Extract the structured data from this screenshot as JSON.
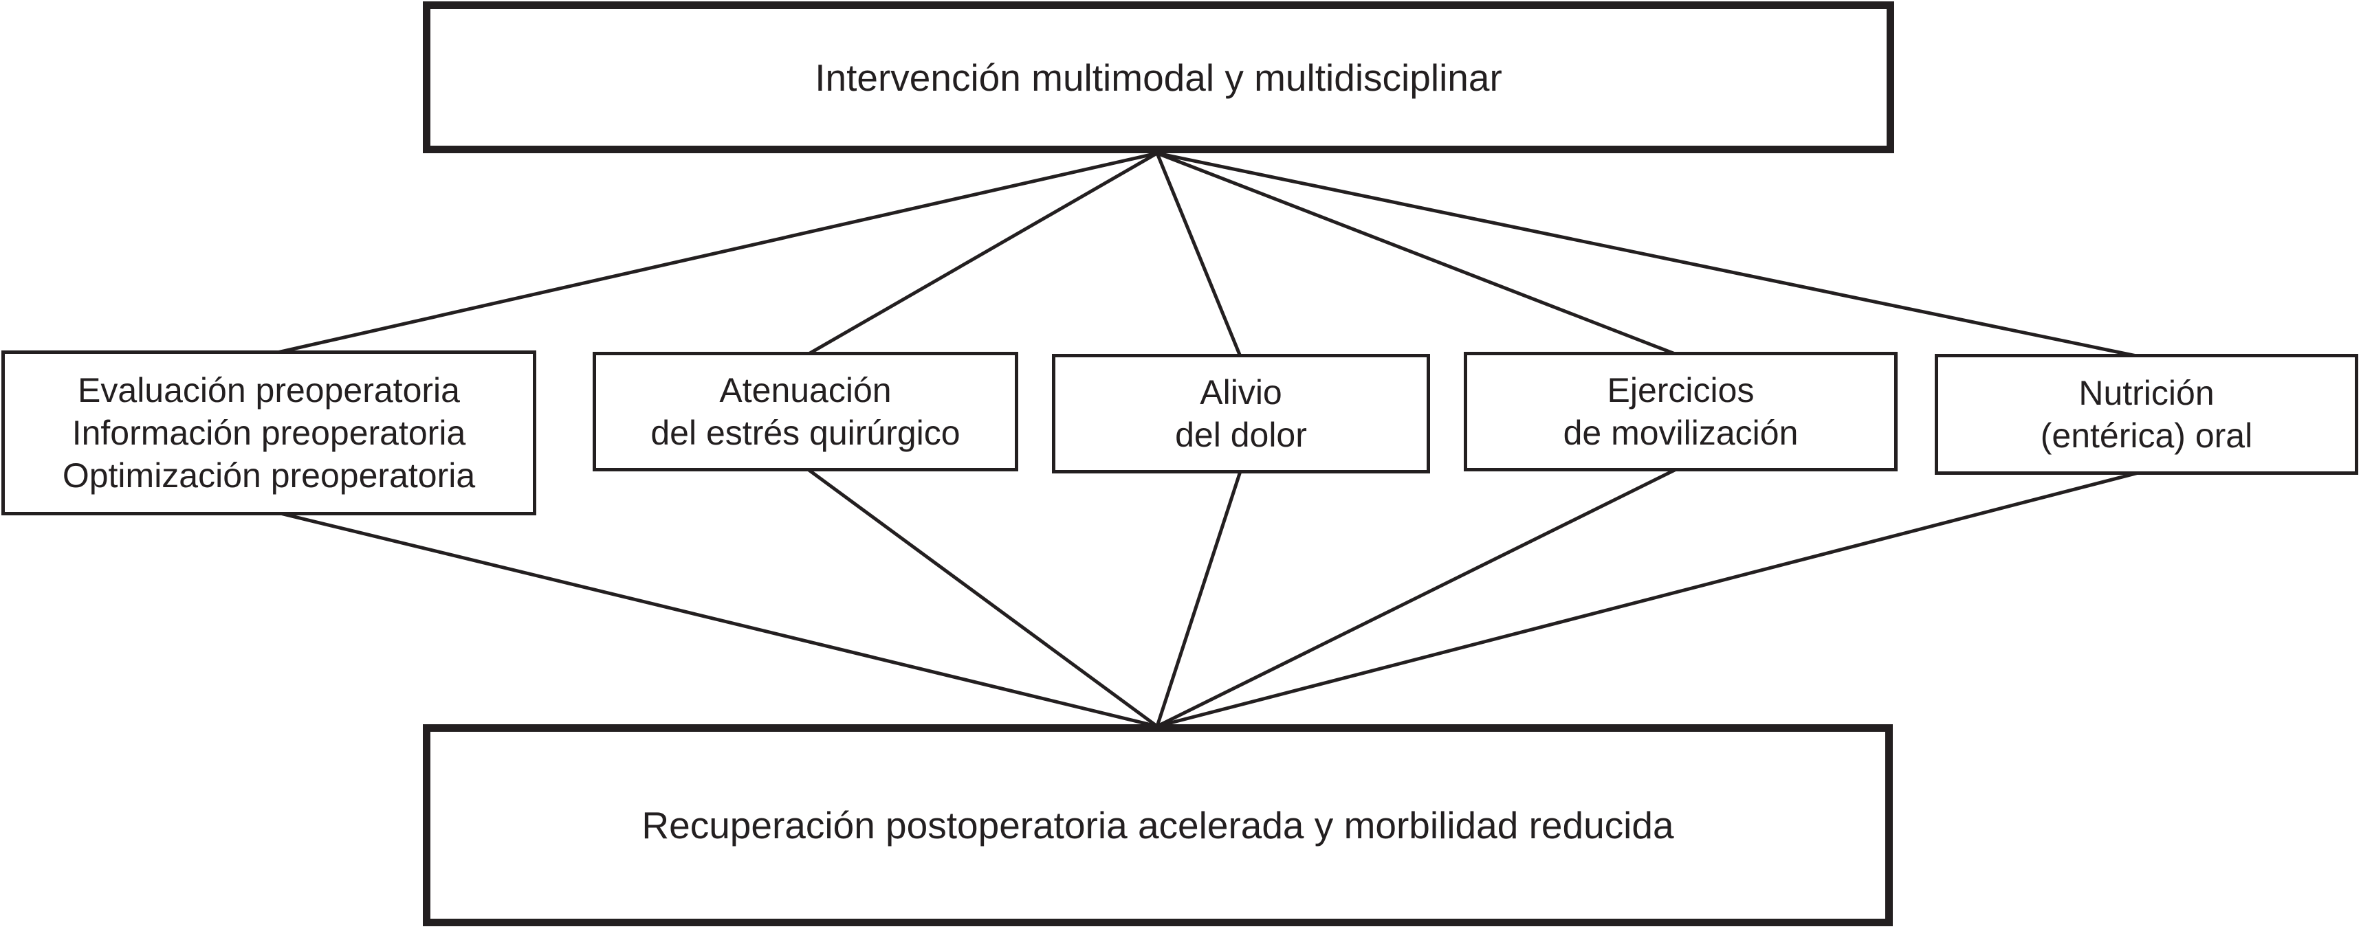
{
  "diagram": {
    "top_box": {
      "label": "Intervención multimodal y multidisciplinar"
    },
    "middle_boxes": [
      {
        "lines": [
          "Evaluación preoperatoria",
          "Información preoperatoria",
          "Optimización preoperatoria"
        ]
      },
      {
        "lines": [
          "Atenuación",
          "del estrés quirúrgico"
        ]
      },
      {
        "lines": [
          "Alivio",
          "del dolor"
        ]
      },
      {
        "lines": [
          "Ejercicios",
          "de movilización"
        ]
      },
      {
        "lines": [
          "Nutrición",
          "(entérica) oral"
        ]
      }
    ],
    "bottom_box": {
      "label": "Recuperación postoperatoria acelerada y morbilidad reducida"
    },
    "colors": {
      "ink": "#231f20",
      "background": "#ffffff"
    }
  }
}
